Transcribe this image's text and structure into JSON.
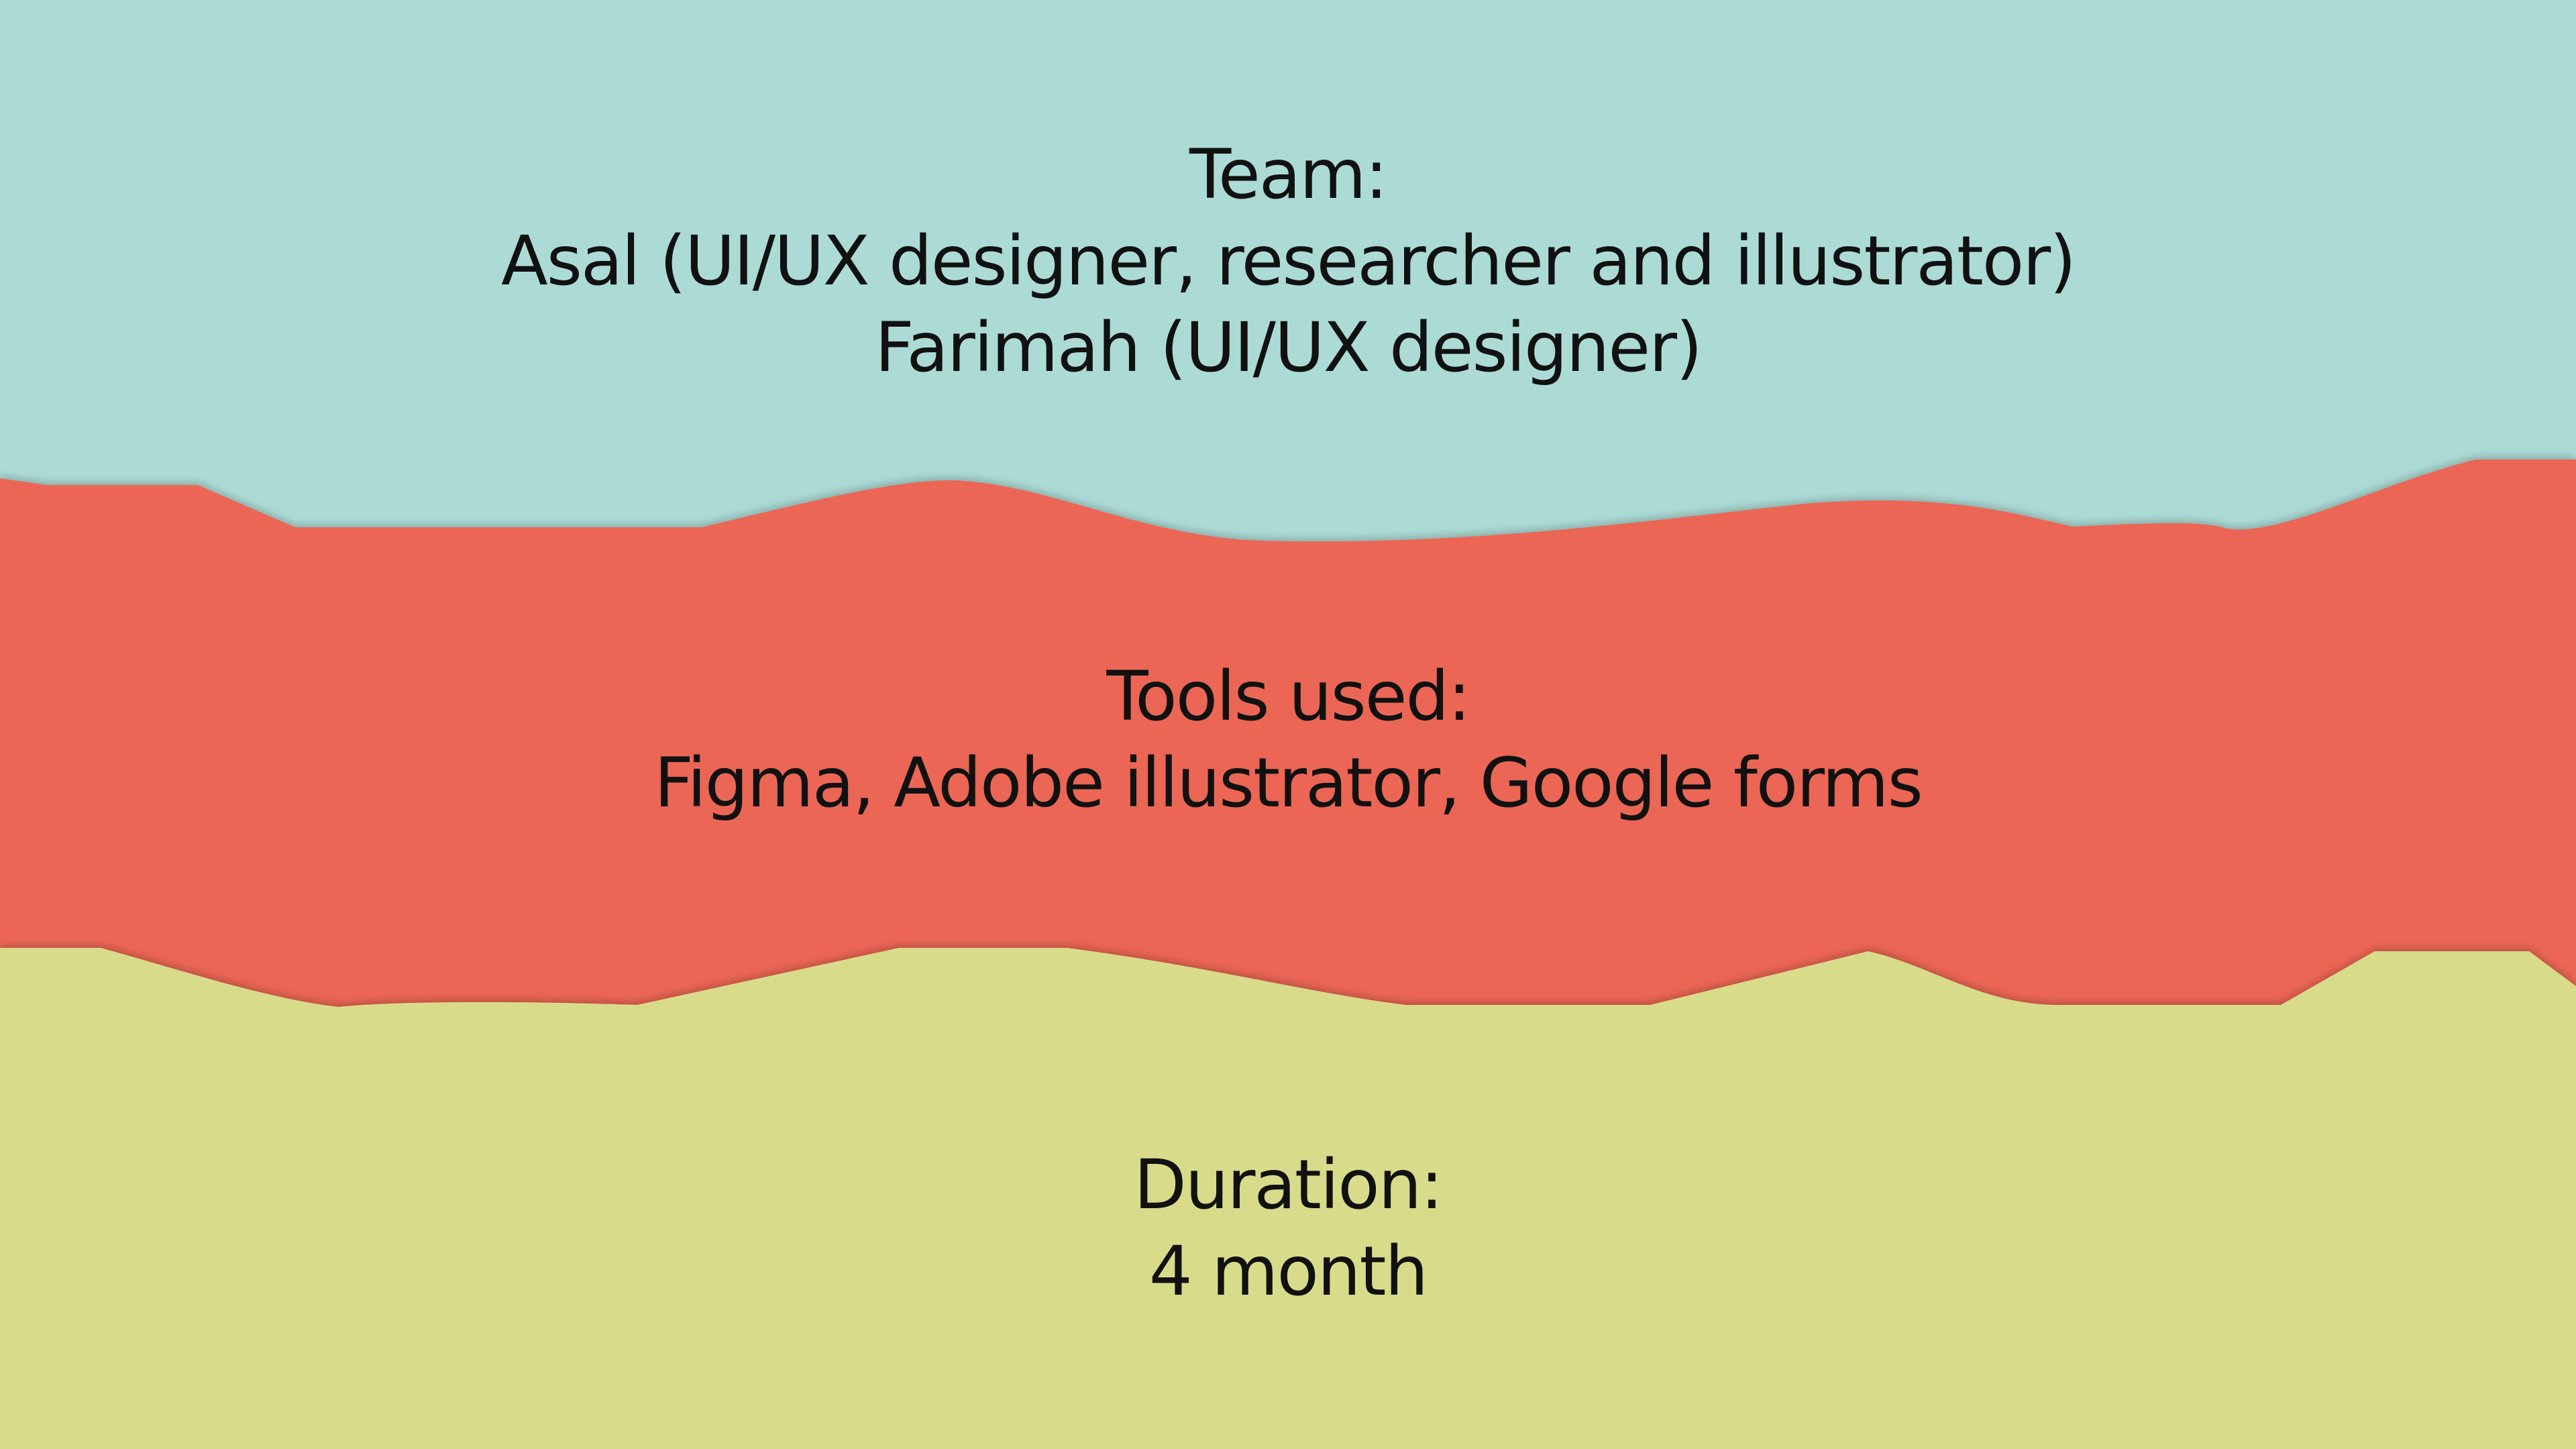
{
  "colors": {
    "background_top": "#acdbd6",
    "band_middle": "#ec6655",
    "band_bottom": "#d8dc8a",
    "text": "#111111"
  },
  "team": {
    "heading": "Team:",
    "lines": [
      "Asal (UI/UX designer, researcher and illustrator)",
      "Farimah (UI/UX designer)"
    ]
  },
  "tools": {
    "heading": "Tools used:",
    "lines": [
      "Figma,  Adobe illustrator, Google forms"
    ]
  },
  "duration": {
    "heading": "Duration:",
    "lines": [
      "4 month"
    ]
  }
}
